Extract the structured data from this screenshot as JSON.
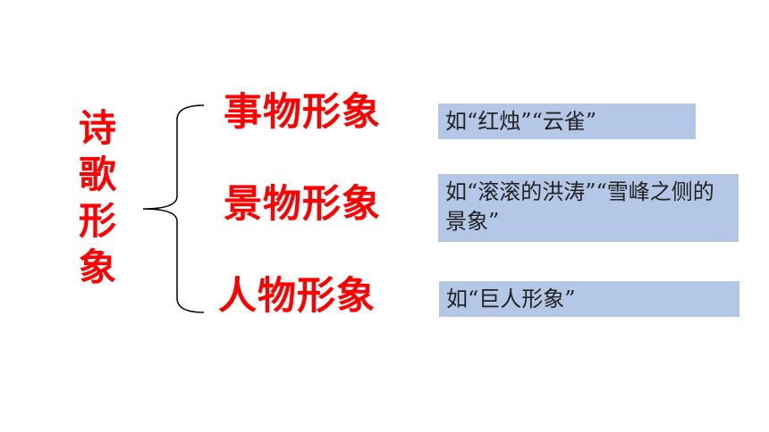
{
  "root": {
    "chars": [
      "诗",
      "歌",
      "形",
      "象"
    ]
  },
  "categories": [
    {
      "label": "事物形象",
      "example": "如“红烛”“云雀”"
    },
    {
      "label": "景物形象",
      "example": "如“滚滚的洪涛”“雪峰之侧的景象”"
    },
    {
      "label": "人物形象",
      "example": "如“巨人形象”"
    }
  ],
  "colors": {
    "title_red": "#ff0000",
    "example_box": "#b4c7e7",
    "brace": "#000000"
  }
}
